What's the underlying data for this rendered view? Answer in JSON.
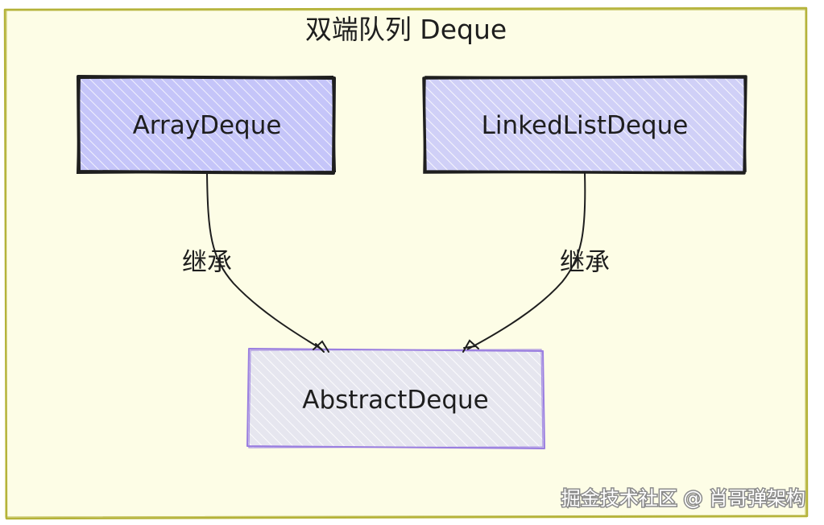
{
  "container": {
    "title": "双端队列 Deque",
    "fill": "#fdfde6",
    "stroke": "#b5b33a"
  },
  "nodes": {
    "array_deque": {
      "label": "ArrayDeque",
      "fill": "#c5c5f9"
    },
    "linked_list_deque": {
      "label": "LinkedListDeque",
      "fill": "#d0d0f7"
    },
    "abstract_deque": {
      "label": "AbstractDeque",
      "fill": "#e6e6ef",
      "stroke": "#9a7ee0"
    }
  },
  "edges": {
    "array_to_abstract": {
      "label": "继承"
    },
    "linked_to_abstract": {
      "label": "继承"
    }
  },
  "watermark": "掘金技术社区 @ 肖哥弹架构"
}
